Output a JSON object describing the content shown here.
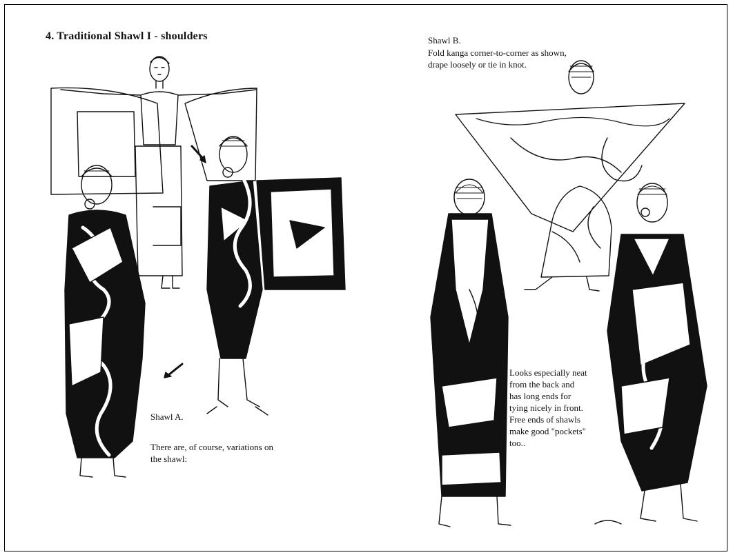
{
  "page": {
    "title": "4.  Traditional Shawl I - shoulders",
    "shawl_b": {
      "label": "Shawl B.",
      "line1": "Fold kanga corner-to-corner as shown,",
      "line2": "drape loosely or tie in knot."
    },
    "shawl_a": {
      "label": "Shawl A.",
      "line1": "There are, of course, variations on",
      "line2": "the shawl:"
    },
    "note": {
      "line1": "Looks especially neat",
      "line2": "from the back and",
      "line3": "has long ends for",
      "line4": "tying nicely in front.",
      "line5": "Free ends of shawls",
      "line6": "make good \"pockets\"",
      "line7": "too.."
    }
  },
  "colors": {
    "ink": "#111111",
    "paper": "#ffffff"
  },
  "illustrations": [
    "woman-holding-open-kanga",
    "woman-wearing-shawl-front",
    "woman-folding-shawl",
    "woman-holding-triangle-shawl-back",
    "woman-wearing-shawl-back",
    "woman-wearing-shawl-front-right"
  ]
}
